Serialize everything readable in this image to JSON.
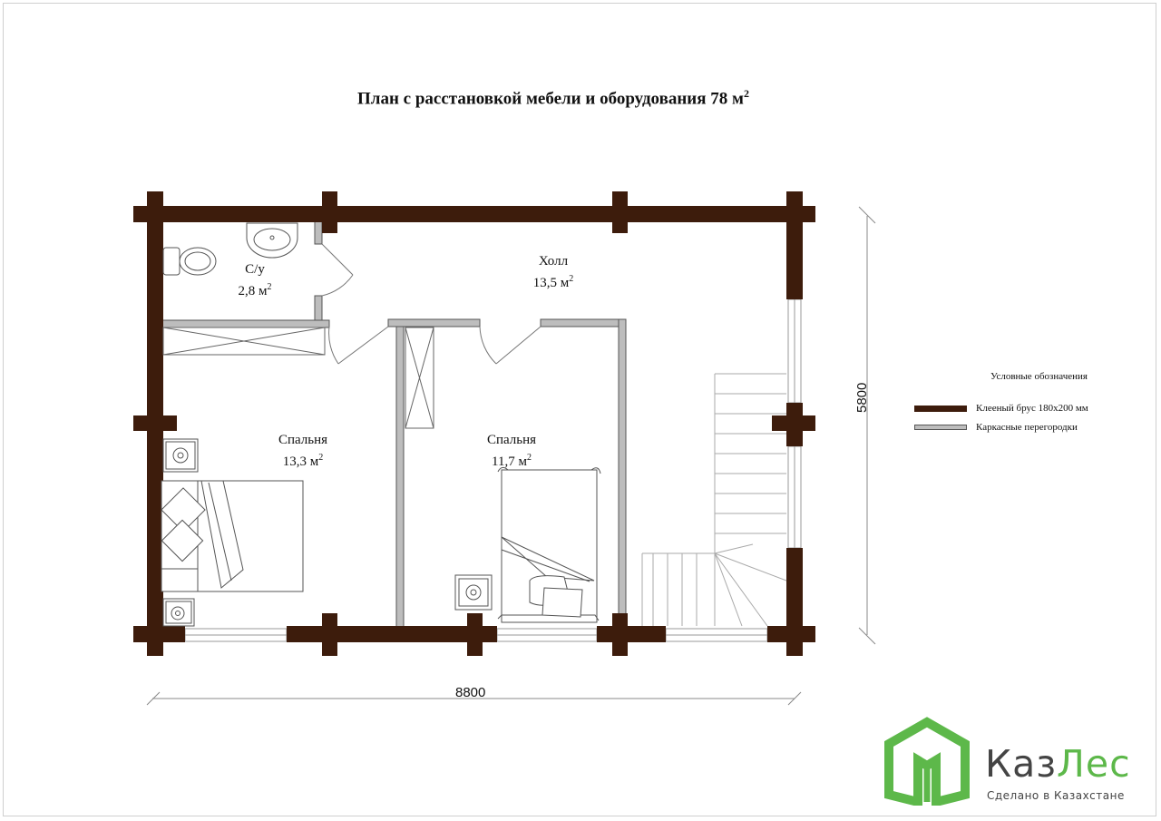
{
  "title": {
    "text": "План с расстановкой мебели и оборудования 78 м",
    "sup": "2"
  },
  "rooms": [
    {
      "id": "bathroom",
      "name": "С/у",
      "area": "2,8 м",
      "sup": "2"
    },
    {
      "id": "hall",
      "name": "Холл",
      "area": "13,5 м",
      "sup": "2"
    },
    {
      "id": "bedroom-1",
      "name": "Спальня",
      "area": "13,3 м",
      "sup": "2"
    },
    {
      "id": "bedroom-2",
      "name": "Спальня",
      "area": "11,7 м",
      "sup": "2"
    }
  ],
  "dimensions": {
    "width": "8800",
    "depth": "5800"
  },
  "legend": {
    "title": "Условные обозначения",
    "items": [
      {
        "label": "Клееный  брус 180х200 мм",
        "color": "#3d1c0c"
      },
      {
        "label": "Каркасные перегородки",
        "color": "#bdbdbd"
      }
    ]
  },
  "colors": {
    "timber_wall": "#3d1c0c",
    "partition": "#bdbdbd",
    "line": "#444444",
    "logo_green": "#5db84a",
    "logo_gray": "#444444"
  },
  "logo": {
    "name_part1": "Каз",
    "name_part2": "Лес",
    "tagline": "Сделано в Казахстане"
  }
}
